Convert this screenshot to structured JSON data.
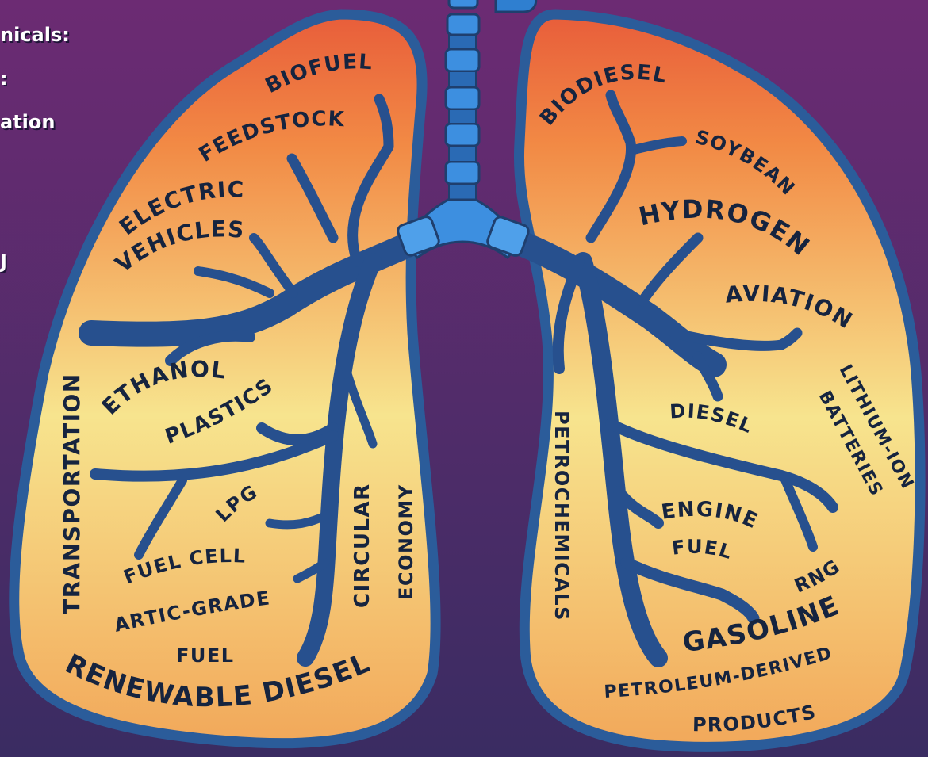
{
  "colors": {
    "background_top": "#6c2b73",
    "background_bottom": "#3a2c62",
    "lung_outline": "#2b5c9a",
    "lung_top": "#e85d3a",
    "lung_middle": "#f7e48e",
    "lung_bottom": "#f2a85a",
    "bronchi": "#27508e",
    "trachea": "#2f6cb1",
    "text": "#16243f"
  },
  "left_edge_text": [
    "nicals:",
    ":",
    "ation",
    "J"
  ],
  "left_lung": {
    "labels": {
      "biofuel": "BIOFUEL",
      "feedstock": "FEEDSTOCK",
      "electric": "ELECTRIC",
      "vehicles": "VEHICLES",
      "transportation": "TRANSPORTATION",
      "ethanol": "ETHANOL",
      "plastics": "PLASTICS",
      "lpg": "LPG",
      "circular": "CIRCULAR",
      "economy": "ECONOMY",
      "fuel_cell": "FUEL CELL",
      "artic_grade": "ARTIC-GRADE",
      "fuel": "FUEL",
      "renewable_diesel": "RENEWABLE DIESEL"
    }
  },
  "right_lung": {
    "labels": {
      "biodiesel": "BIODIESEL",
      "soybean": "SOYBEAN",
      "hydrogen": "HYDROGEN",
      "aviation": "AVIATION",
      "lithium_ion": "LITHIUM-ION",
      "batteries": "BATTERIES",
      "diesel": "DIESEL",
      "petrochemicals": "PETROCHEMICALS",
      "engine": "ENGINE",
      "engine_fuel": "FUEL",
      "rng": "RNG",
      "gasoline": "GASOLINE",
      "petroleum_derived": "PETROLEUM-DERIVED",
      "products": "PRODUCTS"
    }
  }
}
